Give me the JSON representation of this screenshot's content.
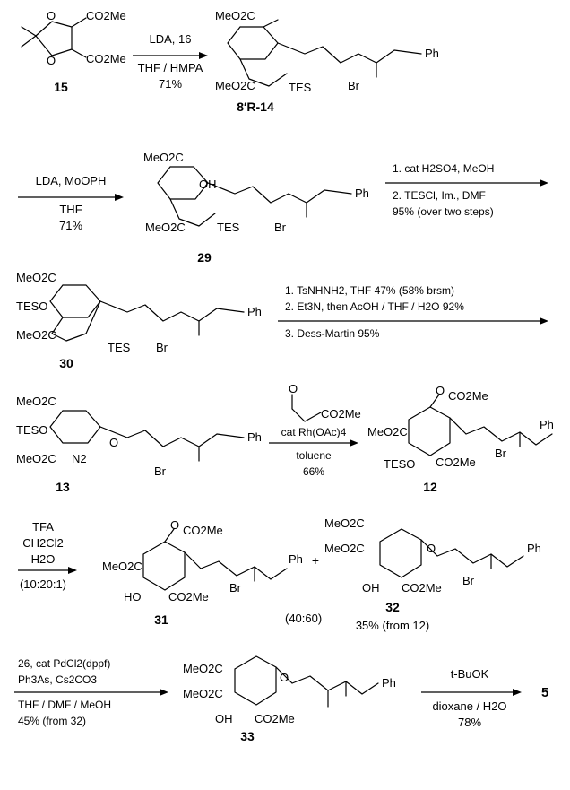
{
  "compounds": {
    "c15": "15",
    "c14": "8′R-14",
    "c29": "29",
    "c30": "30",
    "c13": "13",
    "c12": "12",
    "c31": "31",
    "c32": "32",
    "c33": "33",
    "c5": "5"
  },
  "fragments": {
    "co2me": "CO2Me",
    "meo2c": "MeO2C",
    "tes": "TES",
    "teso": "TESO",
    "br": "Br",
    "ph": "Ph",
    "oh": "OH",
    "ho": "HO",
    "o": "O",
    "n2": "N2"
  },
  "steps": {
    "s1": {
      "above": "LDA, 16",
      "below1": "THF / HMPA",
      "below2": "71%"
    },
    "s2": {
      "above": "LDA, MoOPH",
      "below1": "THF",
      "below2": "71%"
    },
    "s3": {
      "line1": "1. cat H2SO4, MeOH",
      "line2": "2. TESCl, Im., DMF",
      "line3": "95% (over two steps)"
    },
    "s4": {
      "line1": "1. TsNHNH2, THF 47% (58% brsm)",
      "line2": "2. Et3N, then AcOH / THF / H2O 92%",
      "line3": "3. Dess-Martin 95%"
    },
    "s5": {
      "above": "cat Rh(OAc)4",
      "below1": "toluene",
      "below2": "66%"
    },
    "s6": {
      "line1": "TFA",
      "line2": "CH2Cl2",
      "line3": "H2O",
      "line4": "(10:20:1)"
    },
    "s7": {
      "line1": "26, cat PdCl2(dppf)",
      "line2": "Ph3As, Cs2CO3",
      "line3": "THF / DMF / MeOH",
      "line4": "45% (from 32)"
    },
    "s8": {
      "above": "t-BuOK",
      "below1": "dioxane / H2O",
      "below2": "78%"
    }
  },
  "annotations": {
    "plus": "+",
    "ratio": "(40:60)",
    "yield32": "35% (from 12)"
  }
}
